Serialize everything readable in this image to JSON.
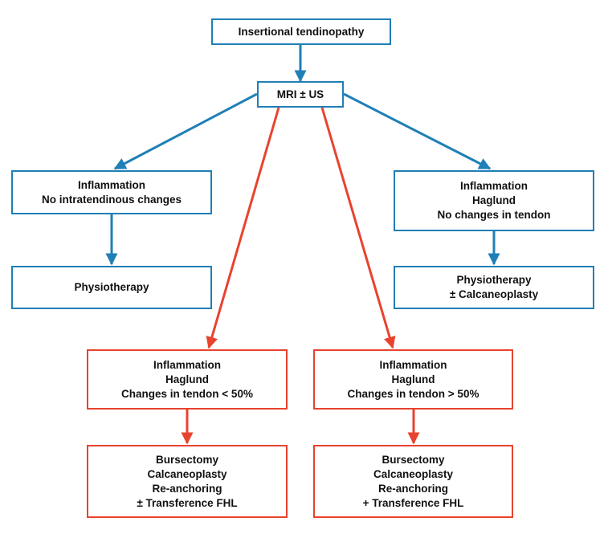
{
  "colors": {
    "blue": "#1f7fb6",
    "red": "#e8432e",
    "text": "#111111"
  },
  "nodes": {
    "root": {
      "lines": [
        "Insertional tendinopathy"
      ]
    },
    "mri": {
      "lines": [
        "MRI ± US"
      ]
    },
    "left_dx": {
      "lines": [
        "Inflammation",
        "No intratendinous changes"
      ]
    },
    "left_tx": {
      "lines": [
        "Physiotherapy"
      ]
    },
    "right_dx": {
      "lines": [
        "Inflammation",
        "Haglund",
        "No changes in tendon"
      ]
    },
    "right_tx": {
      "lines": [
        "Physiotherapy",
        "± Calcaneoplasty"
      ]
    },
    "mid_left_dx": {
      "lines": [
        "Inflammation",
        "Haglund",
        "Changes in tendon < 50%"
      ]
    },
    "mid_left_tx": {
      "lines": [
        "Bursectomy",
        "Calcaneoplasty",
        "Re-anchoring",
        "± Transference FHL"
      ]
    },
    "mid_right_dx": {
      "lines": [
        "Inflammation",
        "Haglund",
        "Changes in tendon > 50%"
      ]
    },
    "mid_right_tx": {
      "lines": [
        "Bursectomy",
        "Calcaneoplasty",
        "Re-anchoring",
        "+ Transference FHL"
      ]
    }
  },
  "edges": [
    {
      "from": "root",
      "to": "mri",
      "color": "blue"
    },
    {
      "from": "mri",
      "to": "left_dx",
      "color": "blue"
    },
    {
      "from": "mri",
      "to": "right_dx",
      "color": "blue"
    },
    {
      "from": "mri",
      "to": "mid_left_dx",
      "color": "red"
    },
    {
      "from": "mri",
      "to": "mid_right_dx",
      "color": "red"
    },
    {
      "from": "left_dx",
      "to": "left_tx",
      "color": "blue"
    },
    {
      "from": "right_dx",
      "to": "right_tx",
      "color": "blue"
    },
    {
      "from": "mid_left_dx",
      "to": "mid_left_tx",
      "color": "red"
    },
    {
      "from": "mid_right_dx",
      "to": "mid_right_tx",
      "color": "red"
    }
  ]
}
